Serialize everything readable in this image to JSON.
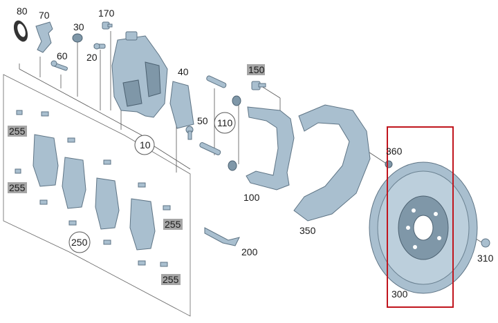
{
  "parts": {
    "p80": "80",
    "p70": "70",
    "p170": "170",
    "p30": "30",
    "p60": "60",
    "p20": "20",
    "p40": "40",
    "p150": "150",
    "p50": "50",
    "p110": "110",
    "p10": "10",
    "p255a": "255",
    "p255b": "255",
    "p255c": "255",
    "p255d": "255",
    "p250": "250",
    "p360": "360",
    "p100": "100",
    "p350": "350",
    "p200": "200",
    "p310": "310",
    "p300": "300"
  },
  "colors": {
    "highlight": "#c0141c",
    "gray_box": "#a6a6a6",
    "part": "#a9bfcf"
  }
}
